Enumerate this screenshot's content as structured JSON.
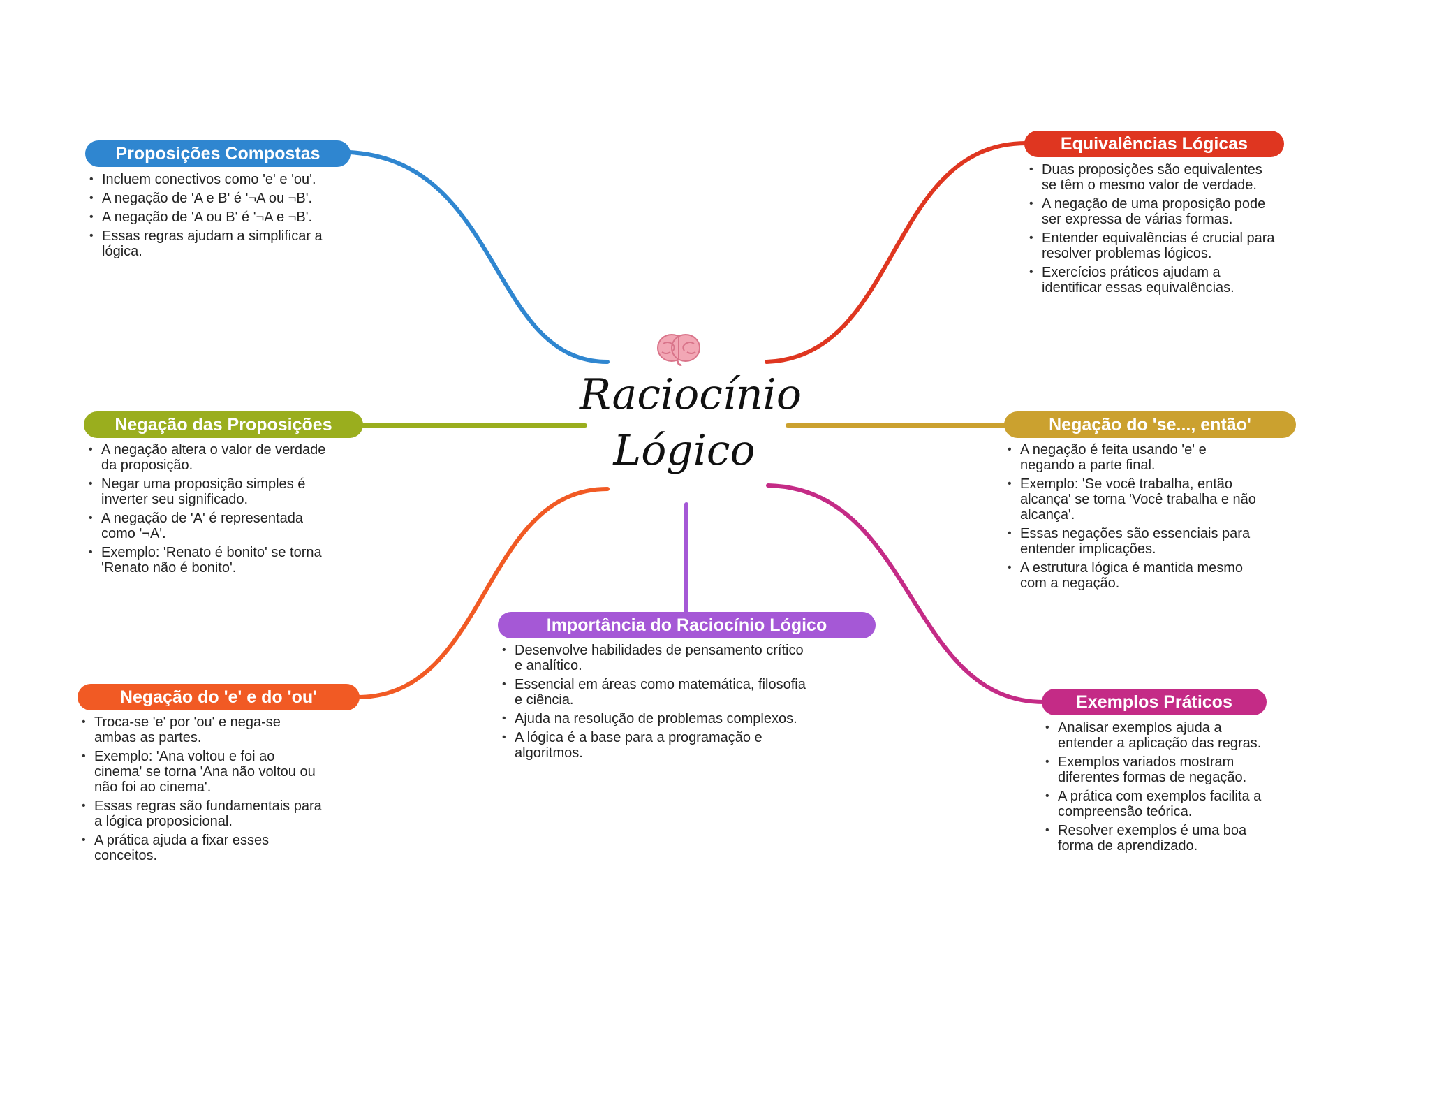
{
  "center": {
    "title_line1": "Raciocínio",
    "title_line2": "Lógico",
    "icon": "brain-icon"
  },
  "topics": [
    {
      "id": "proposicoes-compostas",
      "title": "Proposições Compostas",
      "color": "#2f86d0",
      "items": [
        "Incluem conectivos como 'e' e 'ou'.",
        "A negação de 'A e B' é '¬A ou ¬B'.",
        "A negação de 'A ou B' é '¬A e ¬B'.",
        "Essas regras ajudam a simplificar a lógica."
      ]
    },
    {
      "id": "equivalencias-logicas",
      "title": "Equivalências Lógicas",
      "color": "#df3620",
      "items": [
        "Duas proposições são equivalentes se têm o mesmo valor de verdade.",
        "A negação de uma proposição pode ser expressa de várias formas.",
        "Entender equivalências é crucial para resolver problemas lógicos.",
        "Exercícios práticos ajudam a identificar essas equivalências."
      ]
    },
    {
      "id": "negacao-proposicoes",
      "title": "Negação das Proposições",
      "color": "#9aae1e",
      "items": [
        "A negação altera o valor de verdade da proposição.",
        "Negar uma proposição simples é inverter seu significado.",
        "A negação de 'A' é representada como '¬A'.",
        "Exemplo: 'Renato é bonito' se torna 'Renato não é bonito'."
      ]
    },
    {
      "id": "negacao-se-entao",
      "title": "Negação do 'se..., então'",
      "color": "#cba12f",
      "items": [
        "A negação é feita usando 'e' e negando a parte final.",
        "Exemplo: 'Se você trabalha, então alcança' se torna 'Você trabalha e não alcança'.",
        "Essas negações são essenciais para entender implicações.",
        "A estrutura lógica é mantida mesmo com a negação."
      ]
    },
    {
      "id": "importancia",
      "title": "Importância do Raciocínio Lógico",
      "color": "#a558d6",
      "items": [
        "Desenvolve habilidades de pensamento crítico e analítico.",
        "Essencial em áreas como matemática, filosofia e ciência.",
        "Ajuda na resolução de problemas complexos.",
        "A lógica é a base para a programação e algoritmos."
      ]
    },
    {
      "id": "negacao-e-ou",
      "title": "Negação do 'e' e do 'ou'",
      "color": "#f15a24",
      "items": [
        "Troca-se 'e' por 'ou' e nega-se ambas as partes.",
        "Exemplo: 'Ana voltou e foi ao cinema' se torna 'Ana não voltou ou não foi ao cinema'.",
        "Essas regras são fundamentais para a lógica proposicional.",
        "A prática ajuda a fixar esses conceitos."
      ]
    },
    {
      "id": "exemplos-praticos",
      "title": "Exemplos Práticos",
      "color": "#c42b86",
      "items": [
        "Analisar exemplos ajuda a entender a aplicação das regras.",
        "Exemplos variados mostram diferentes formas de negação.",
        "A prática com exemplos facilita a compreensão teórica.",
        "Resolver exemplos é uma boa forma de aprendizado."
      ]
    }
  ]
}
